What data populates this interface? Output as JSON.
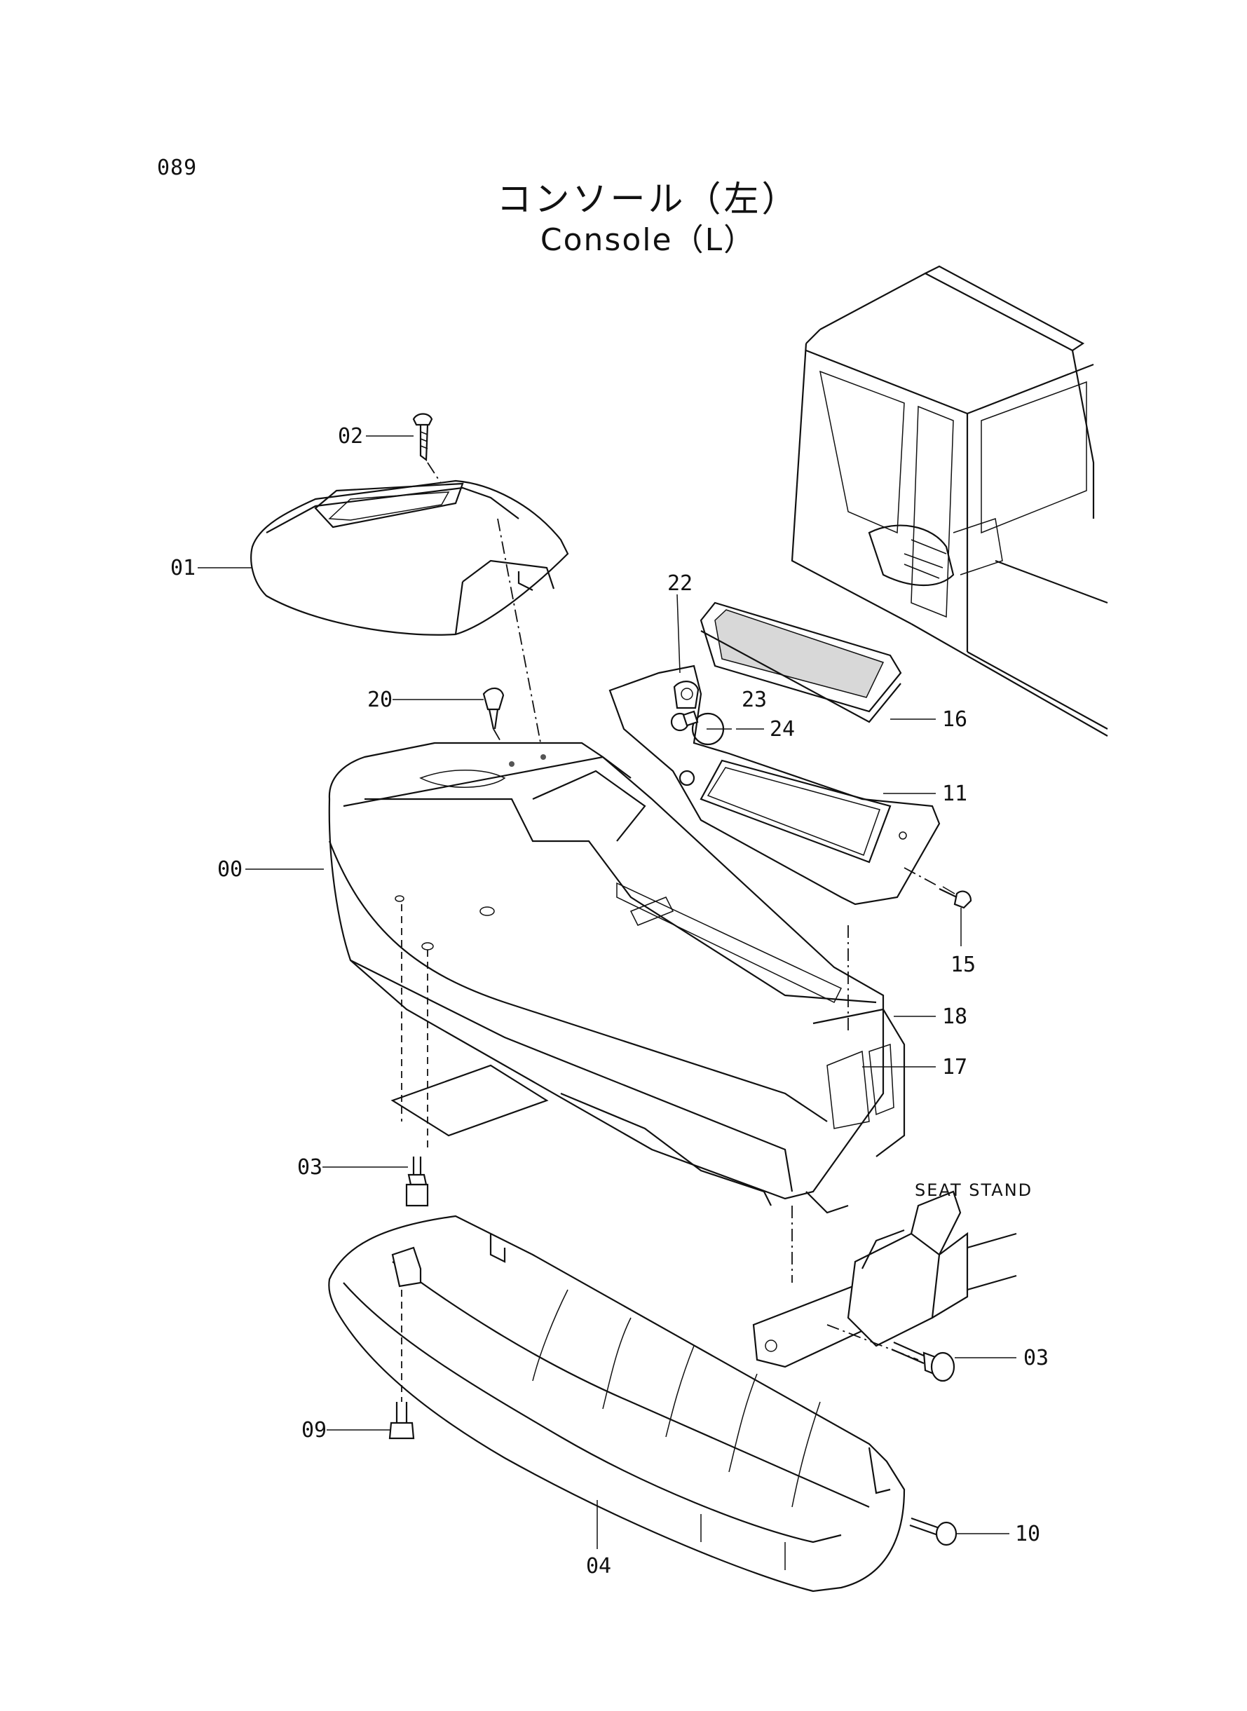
{
  "page_number": "089",
  "title_jp": "コンソール（左）",
  "title_en": "Console（L）",
  "note_seat_stand": "SEAT STAND",
  "callouts": {
    "c00": "00",
    "c01": "01",
    "c02": "02",
    "c03a": "03",
    "c03b": "03",
    "c04": "04",
    "c09": "09",
    "c10": "10",
    "c11": "11",
    "c15": "15",
    "c16": "16",
    "c17": "17",
    "c18": "18",
    "c20": "20",
    "c22": "22",
    "c23": "23",
    "c24": "24"
  }
}
